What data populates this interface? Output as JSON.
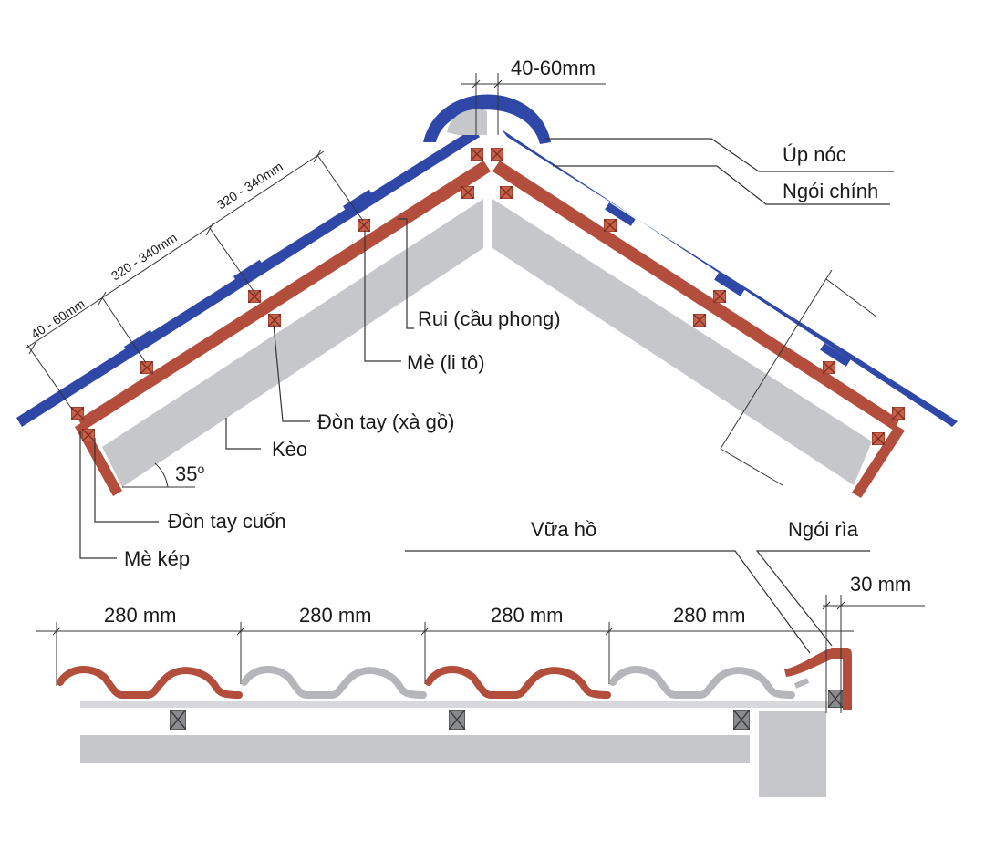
{
  "colors": {
    "tile_blue": "#2f47a6",
    "batten_red": "#b34d3c",
    "rafter_gray": "#c6c7cb",
    "tile_gray": "#b5b6ba",
    "mortar_gray": "#d7d8db",
    "line": "#333333"
  },
  "top_diagram": {
    "ridge_gap": "40-60mm",
    "spacing_1": "320 - 340mm",
    "spacing_2": "320 - 340mm",
    "eave_gap": "40 - 60mm",
    "angle": "35",
    "angle_unit": "o",
    "labels": {
      "ridge_tile": "Úp nóc",
      "main_tile": "Ngói chính",
      "rafter": "Rui (cầu phong)",
      "batten": "Mè (li tô)",
      "purlin": "Đòn tay (xà gồ)",
      "truss": "Kèo",
      "eave_purlin": "Đòn tay cuốn",
      "double_batten": "Mè kép"
    }
  },
  "bottom_diagram": {
    "spacings": [
      "280 mm",
      "280 mm",
      "280 mm",
      "280 mm"
    ],
    "mortar": "Vữa hồ",
    "verge_tile": "Ngói rìa",
    "verge_gap": "30 mm"
  }
}
